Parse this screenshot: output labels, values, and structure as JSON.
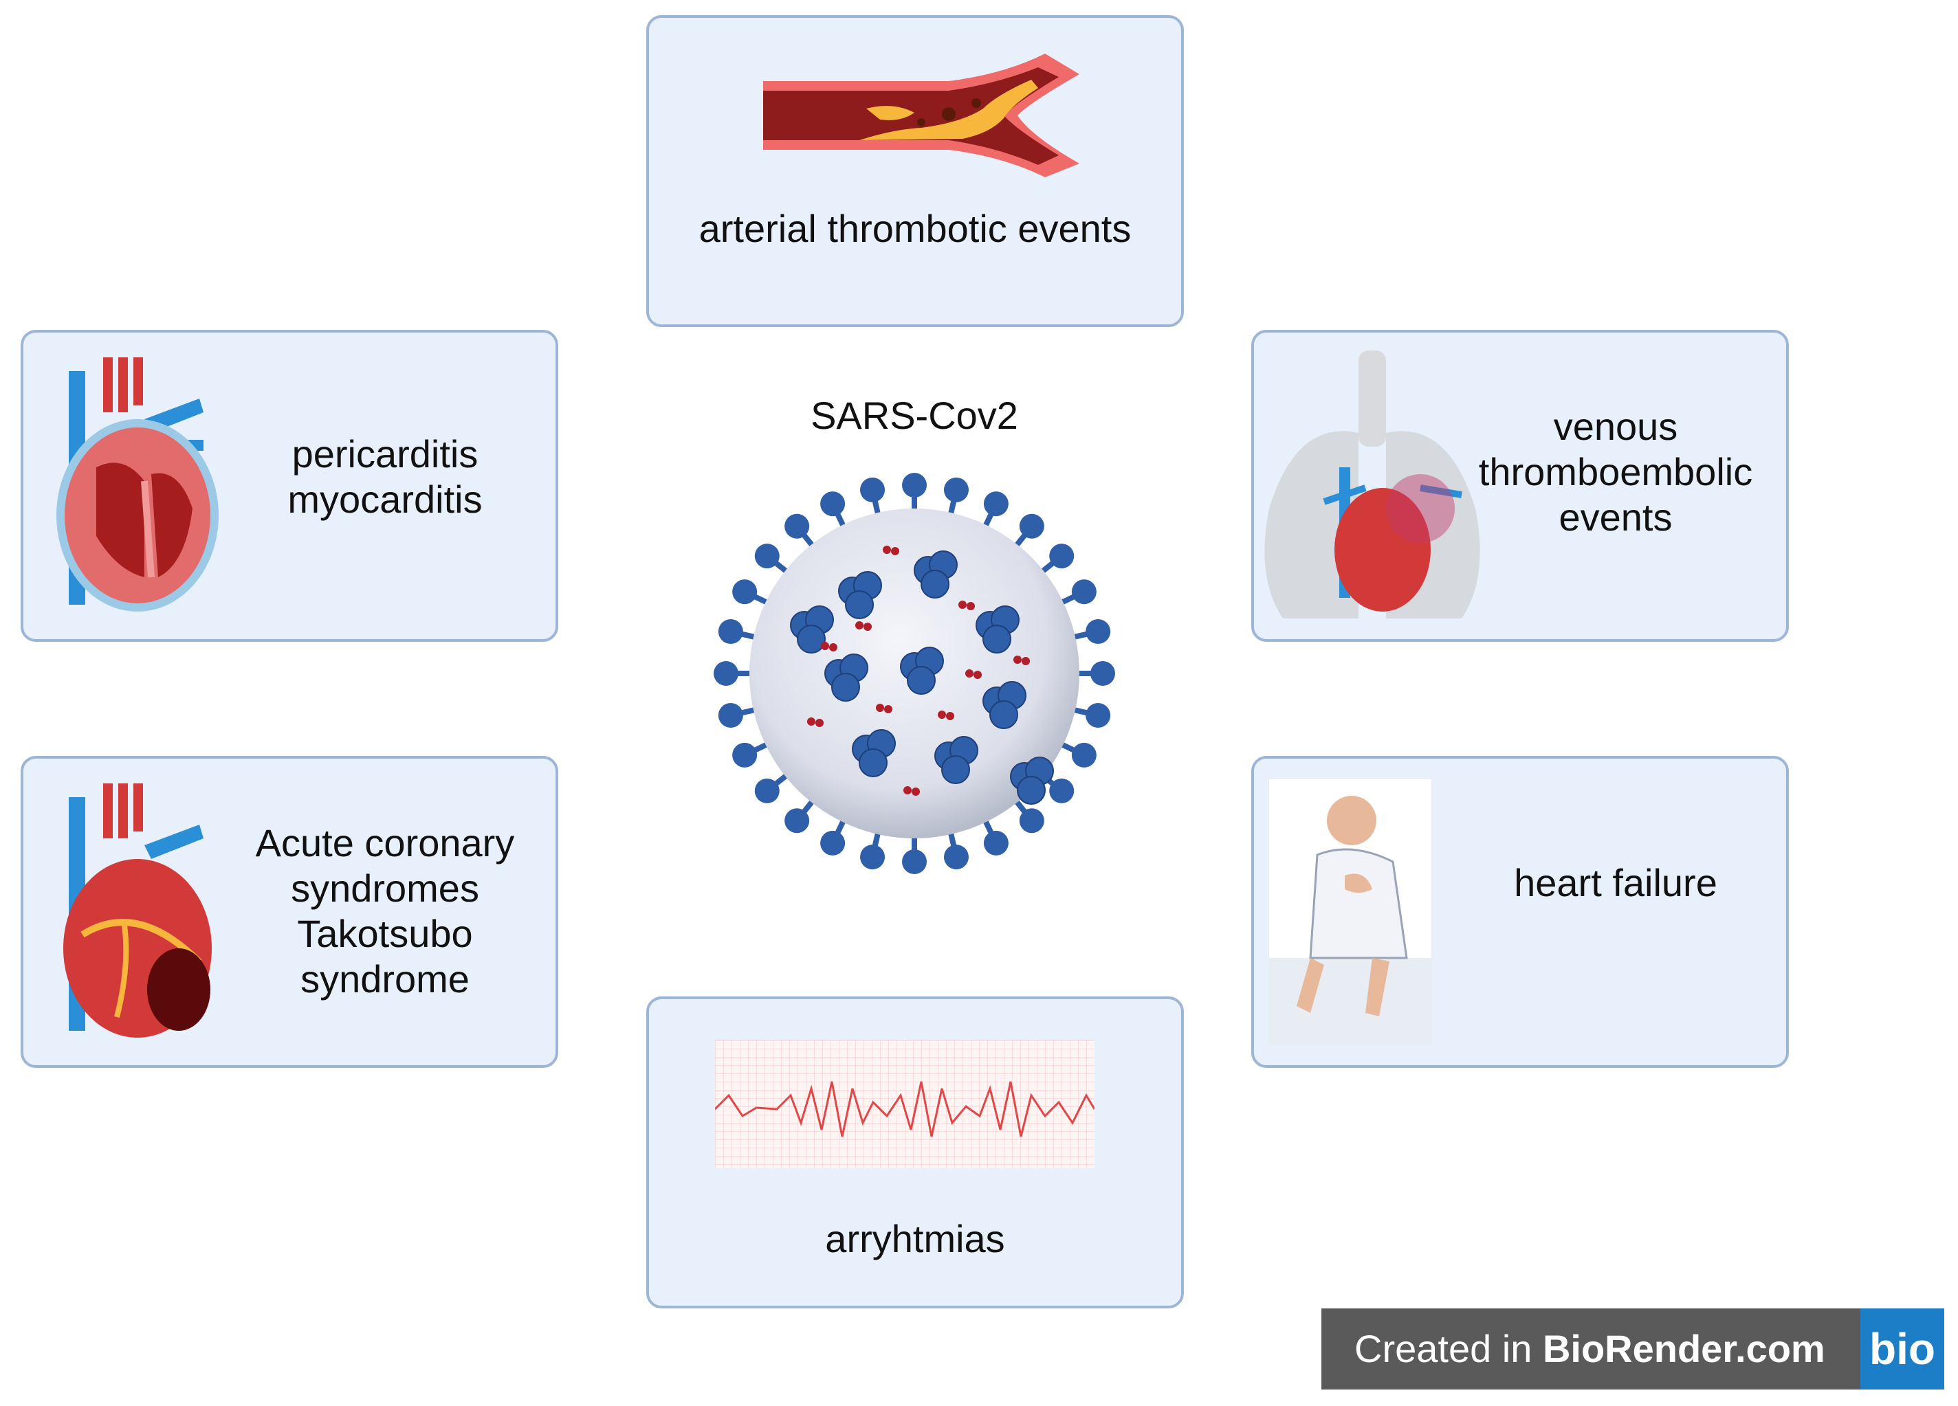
{
  "center": {
    "title": "SARS-Cov2"
  },
  "boxes": {
    "arterial": {
      "lines": [
        "arterial thrombotic events"
      ]
    },
    "pericarditis": {
      "lines": [
        "pericarditis",
        "myocarditis"
      ]
    },
    "venous": {
      "lines": [
        "venous",
        "thromboembolic",
        "events"
      ]
    },
    "acute": {
      "lines": [
        "Acute coronary",
        "syndromes",
        "Takotsubo",
        "syndrome"
      ]
    },
    "heart_failure": {
      "lines": [
        "heart failure"
      ]
    },
    "arrhythmias": {
      "lines": [
        "arryhtmias"
      ]
    }
  },
  "watermark": {
    "prefix": "Created in ",
    "brand": "BioRender.com",
    "logo": "bio"
  },
  "icons": {
    "artery": "artery-plaque-icon",
    "heart_inflamed": "inflamed-heart-icon",
    "lungs_heart": "lungs-heart-icon",
    "heart_infarct": "infarcted-heart-icon",
    "patient": "patient-chest-pain-icon",
    "ecg": "ecg-strip-icon",
    "virus": "coronavirus-icon"
  },
  "colors": {
    "box_fill": "#e8f1fb",
    "box_border": "#9db5d6",
    "virus_spike": "#2f5fa8",
    "heart_red": "#d23a3a",
    "vessel_blue": "#2a8fd6",
    "watermark_bg": "#5a5a5a",
    "logo_bg": "#1c7ec6"
  }
}
